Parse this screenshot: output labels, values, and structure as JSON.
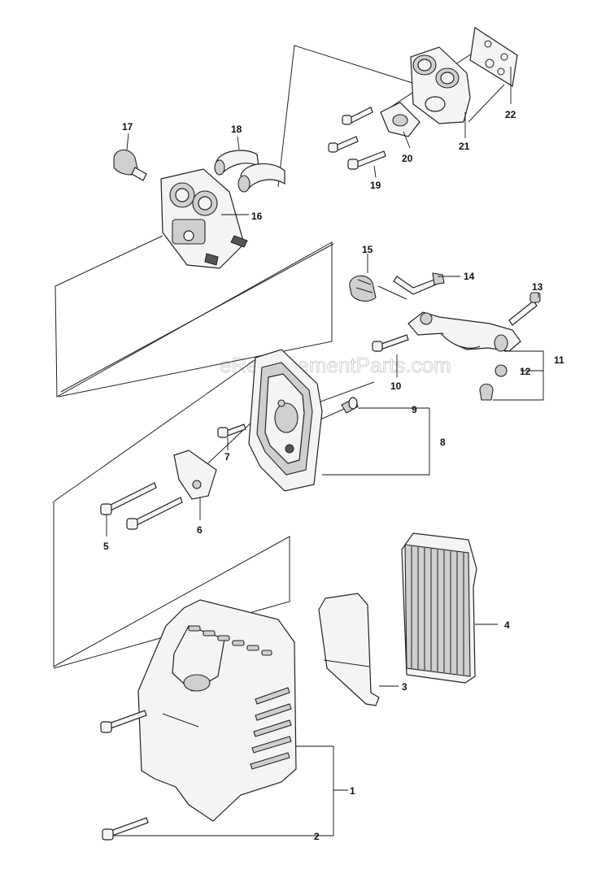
{
  "watermark": "eReplacementParts.com",
  "callouts": {
    "c1": "1",
    "c2": "2",
    "c3": "3",
    "c4": "4",
    "c5": "5",
    "c6": "6",
    "c7": "7",
    "c8": "8",
    "c9": "9",
    "c10": "10",
    "c11": "11",
    "c12": "12",
    "c13": "13",
    "c14": "14",
    "c15": "15",
    "c16": "16",
    "c17": "17",
    "c18": "18",
    "c19": "19",
    "c20": "20",
    "c21": "21",
    "c22": "22"
  }
}
